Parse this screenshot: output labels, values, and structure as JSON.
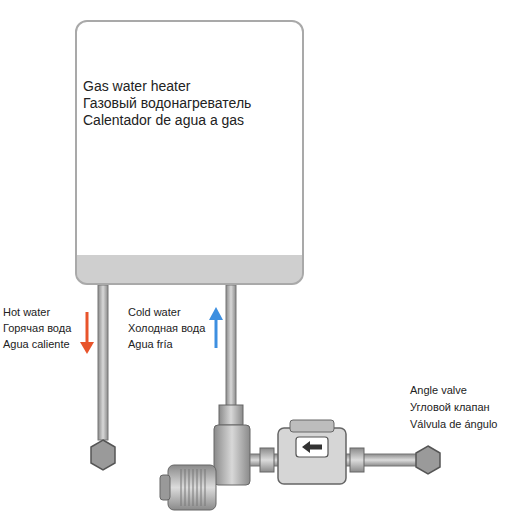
{
  "diagram": {
    "nodes": [
      {
        "text": [
          "Gas water heater",
          "Газовый водонагреватель",
          "Calentador de agua a gas"
        ]
      }
    ],
    "labels": [
      "Hot water",
      "Горячая вода",
      "Agua caliente",
      "Cold water",
      "Холодная вода",
      "Agua fría",
      "Angle valve",
      "Угловой клапан",
      "Válvula de ángulo"
    ]
  }
}
